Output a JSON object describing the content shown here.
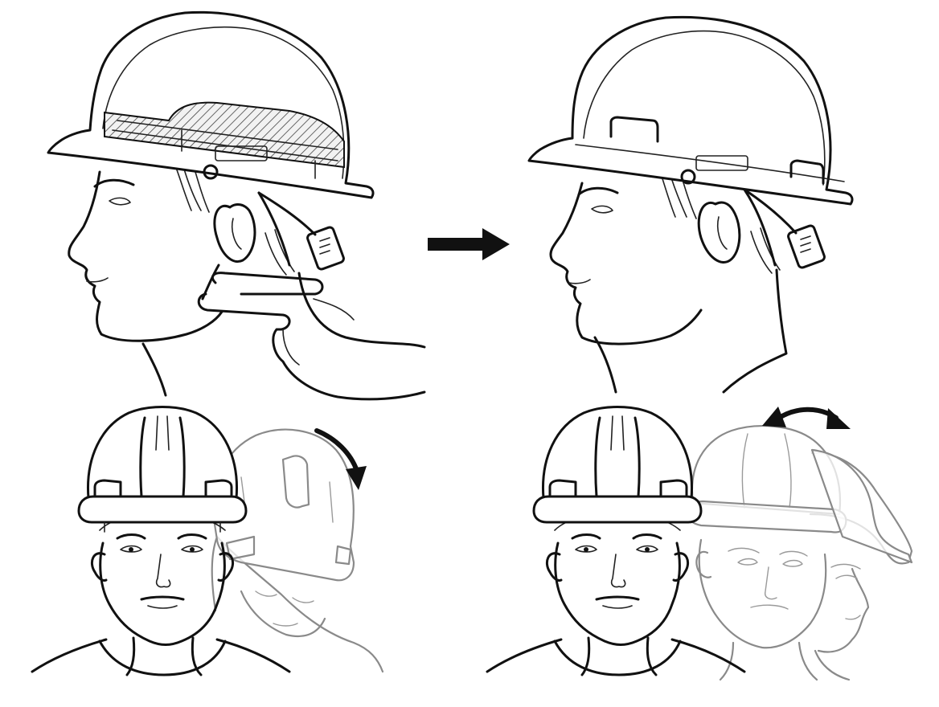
{
  "figure": {
    "panels": [
      {
        "id": "side-before",
        "action": "finger-check-chin-gap"
      },
      {
        "id": "side-after",
        "action": "helmet-adjusted"
      },
      {
        "id": "front-nod",
        "action": "tilt-head-forward"
      },
      {
        "id": "front-shake",
        "action": "turn-head-side-to-side"
      }
    ],
    "icons": [
      "right-arrow-icon",
      "curved-down-arrow-icon",
      "double-curved-arrow-icon"
    ],
    "colors": {
      "ink": "#111111",
      "ghost": "#8a8a8a",
      "background": "#ffffff"
    }
  }
}
